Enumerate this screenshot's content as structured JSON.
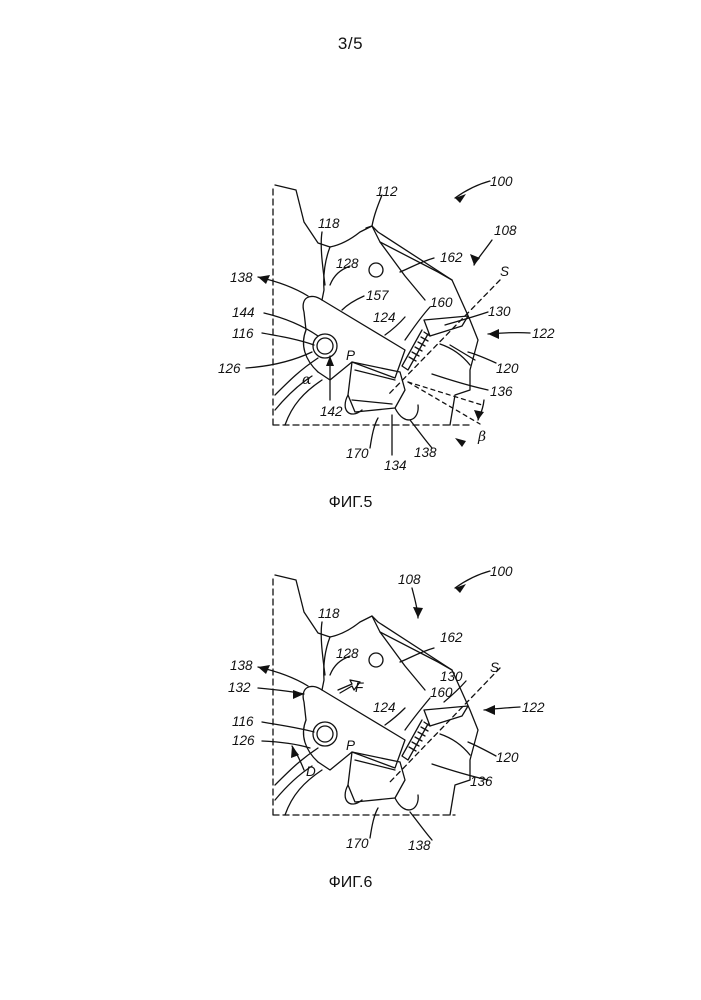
{
  "page_number": "3/5",
  "figure5": {
    "caption": "ФИГ.5",
    "labels": {
      "l100": "100",
      "l112": "112",
      "l118": "118",
      "l108": "108",
      "l162": "162",
      "l128": "128",
      "l138a": "138",
      "lS": "S",
      "l157": "157",
      "l160": "160",
      "l130": "130",
      "l144": "144",
      "l124": "124",
      "l122": "122",
      "l116": "116",
      "lP": "P",
      "l120": "120",
      "l126": "126",
      "lalpha": "α",
      "l136": "136",
      "l142": "142",
      "lbeta": "β",
      "l170": "170",
      "l138b": "138",
      "l134": "134"
    }
  },
  "figure6": {
    "caption": "ФИГ.6",
    "labels": {
      "l100": "100",
      "l108": "108",
      "l118": "118",
      "l162": "162",
      "l128": "128",
      "l138a": "138",
      "lS": "S",
      "l130": "130",
      "lF": "F",
      "l132": "132",
      "l160": "160",
      "l122": "122",
      "l124": "124",
      "l116": "116",
      "lP": "P",
      "l120": "120",
      "l126": "126",
      "lD": "D",
      "l136": "136",
      "l170": "170",
      "l138b": "138"
    }
  }
}
